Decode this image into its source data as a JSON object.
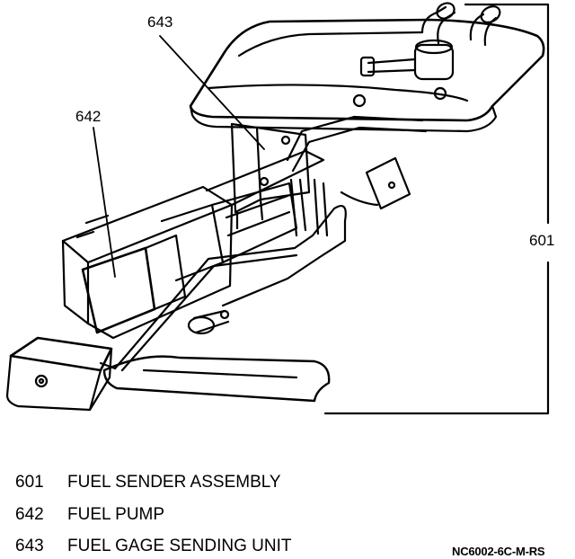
{
  "callouts": {
    "c643": "643",
    "c642": "642",
    "c601": "601"
  },
  "legend": [
    {
      "number": "601",
      "label": "FUEL SENDER ASSEMBLY"
    },
    {
      "number": "642",
      "label": "FUEL PUMP"
    },
    {
      "number": "643",
      "label": "FUEL GAGE SENDING UNIT"
    }
  ],
  "figure_id": "NC6002-6C-M-RS"
}
